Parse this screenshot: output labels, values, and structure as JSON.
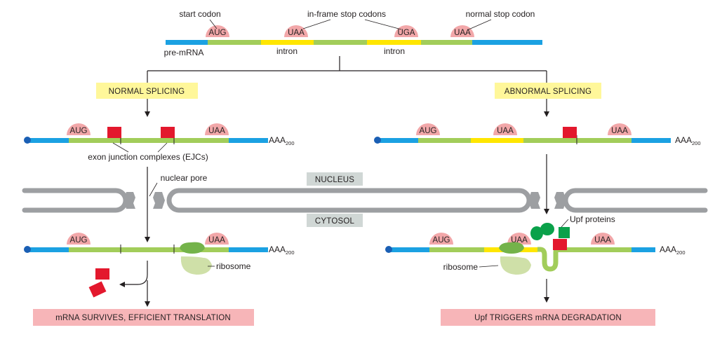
{
  "labels": {
    "start_codon": "start codon",
    "in_frame_stop": "in-frame stop codons",
    "normal_stop": "normal stop codon",
    "pre_mrna": "pre-mRNA",
    "intron": "intron",
    "ejc": "exon junction complexes (EJCs)",
    "nuclear_pore": "nuclear pore",
    "ribosome": "ribosome",
    "upf_proteins": "Upf proteins",
    "polya_base": "AAA",
    "polya_sub": "200"
  },
  "codons": {
    "aug": "AUG",
    "uaa": "UAA",
    "uga": "UGA"
  },
  "boxes": {
    "normal_splicing": "NORMAL SPLICING",
    "abnormal_splicing": "ABNORMAL SPLICING",
    "nucleus": "NUCLEUS",
    "cytosol": "CYTOSOL",
    "survives": "mRNA SURVIVES, EFFICIENT TRANSLATION",
    "degradation": "Upf TRIGGERS mRNA DEGRADATION"
  },
  "colors": {
    "utr": "#1ba1e2",
    "exon": "#a2cd5a",
    "intron": "#ffe600",
    "codon": "#f2a7a9",
    "ejc": "#e3182d",
    "upf": "#0aa14a",
    "ribosome": "#cfe0a8",
    "membrane": "#9d9fa2",
    "cap": "#1a5fb4",
    "yellow_box": "#fff79a",
    "grey_box": "#d0d7d5",
    "pink_box": "#f7b5b8"
  }
}
